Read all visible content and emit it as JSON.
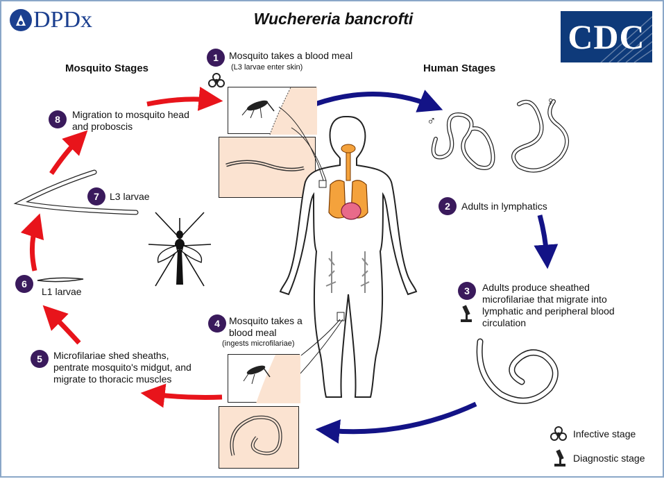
{
  "title": "Wuchereria bancrofti",
  "logos": {
    "left": "DPDx",
    "right": "CDC"
  },
  "sections": {
    "mosquito": "Mosquito Stages",
    "human": "Human Stages"
  },
  "stages": [
    {
      "num": "1",
      "text": "Mosquito takes a blood meal",
      "sub": "(L3 larvae enter skin)"
    },
    {
      "num": "2",
      "text": "Adults in lymphatics"
    },
    {
      "num": "3",
      "text": "Adults produce sheathed microfilariae that migrate into lymphatic and peripheral blood circulation"
    },
    {
      "num": "4",
      "text": "Mosquito takes a blood meal",
      "sub": "(ingests microfilariae)"
    },
    {
      "num": "5",
      "text": "Microfilariae shed sheaths, pentrate mosquito's midgut, and migrate to thoracic muscles"
    },
    {
      "num": "6",
      "text": "L1 larvae"
    },
    {
      "num": "7",
      "text": "L3 larvae"
    },
    {
      "num": "8",
      "text": "Migration to mosquito head and proboscis"
    }
  ],
  "sex_symbols": {
    "male": "♂",
    "female": "♀"
  },
  "legend": {
    "infective": "Infective stage",
    "diagnostic": "Diagnostic stage"
  },
  "colors": {
    "red_arrow": "#e8141b",
    "blue_arrow": "#131386",
    "stage_badge": "#3a1a5c",
    "organ": "#f4a23c",
    "skin": "#fbe3d1"
  },
  "icons": {
    "infective": "biohazard-icon",
    "diagnostic": "microscope-icon"
  }
}
